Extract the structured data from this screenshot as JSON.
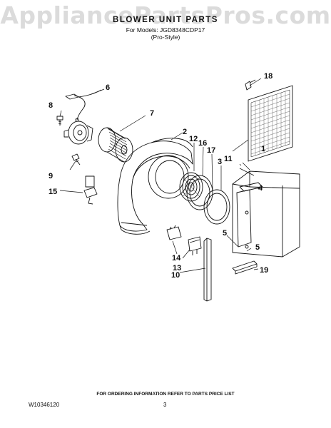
{
  "watermark": "AppliancePartsPros.com",
  "header": {
    "title": "BLOWER UNIT PARTS",
    "models_line": "For Models: JGD8348CDP17",
    "style_line": "(Pro-Style)"
  },
  "callouts": [
    "1",
    "2",
    "3",
    "4",
    "5",
    "5",
    "6",
    "7",
    "8",
    "9",
    "10",
    "11",
    "12",
    "13",
    "14",
    "15",
    "16",
    "17",
    "18",
    "19"
  ],
  "footer": {
    "ordering_note": "FOR ORDERING INFORMATION REFER TO PARTS PRICE LIST",
    "doc_number": "W10346120",
    "page_number": "3"
  }
}
